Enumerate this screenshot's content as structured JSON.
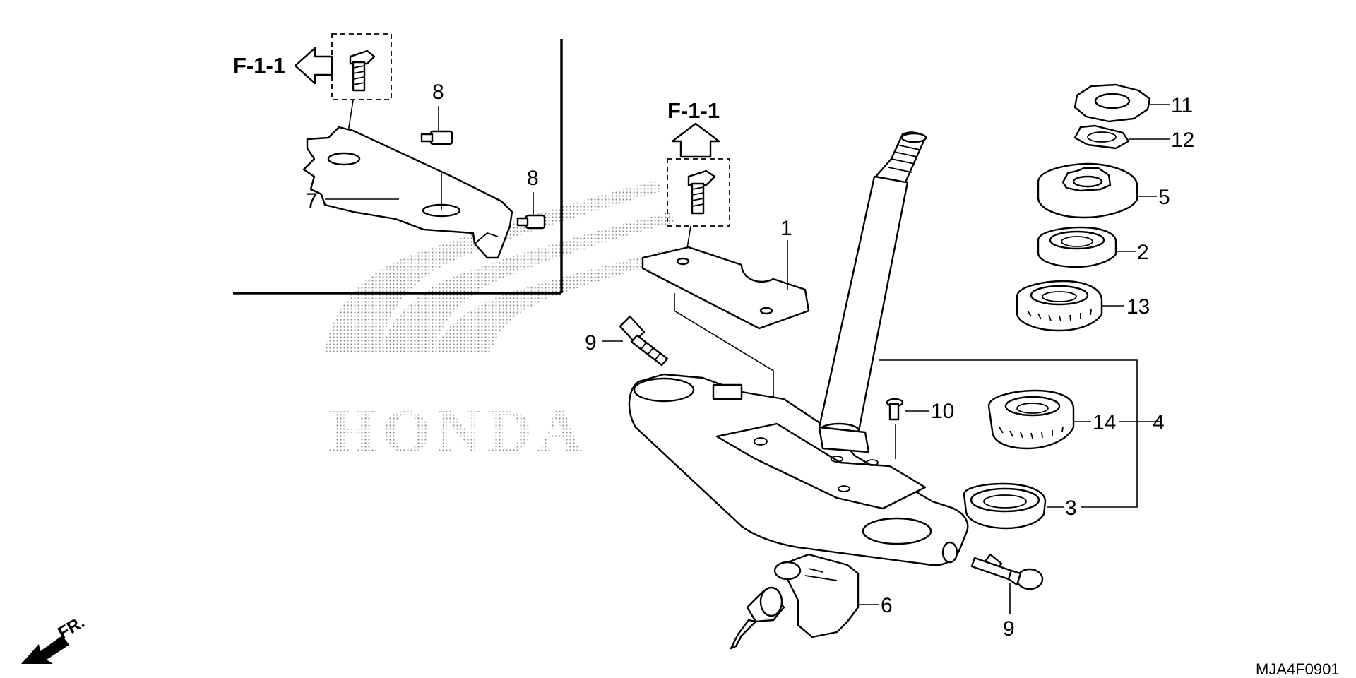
{
  "diagram": {
    "drawing_code": "MJA4F0901",
    "watermark_text": "HONDA",
    "direction_label": "FR.",
    "references": {
      "inset_ref": "F-1-1",
      "main_ref": "F-1-1"
    },
    "callouts": {
      "c1": "1",
      "c2": "2",
      "c3": "3",
      "c4": "4",
      "c5": "5",
      "c6": "6",
      "c7": "7",
      "c8a": "8",
      "c8b": "8",
      "c9a": "9",
      "c9b": "9",
      "c10": "10",
      "c11": "11",
      "c12": "12",
      "c13": "13",
      "c14": "14"
    },
    "colors": {
      "line": "#000000",
      "background": "#ffffff",
      "watermark": "#9a9a9a"
    }
  }
}
